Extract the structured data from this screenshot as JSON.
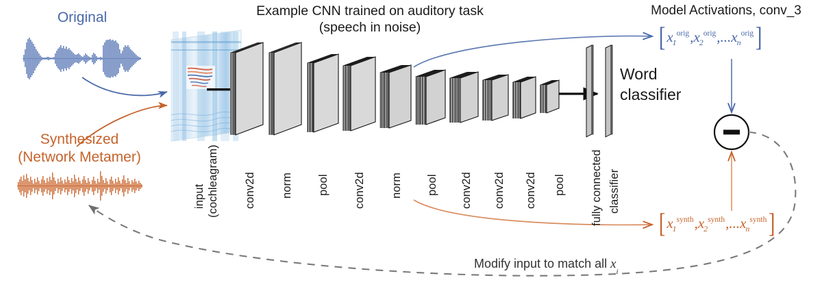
{
  "figure": {
    "title": "Example CNN trained on auditory task",
    "subtitle": "(speech in noise)",
    "right_title": "Model Activations, conv_3",
    "word_classifier_line1": "Word",
    "word_classifier_line2": "classifier",
    "loop_caption_text": "Modify input to match all ",
    "loop_caption_symbol": "x",
    "loop_caption_symbol_sub": "i"
  },
  "colors": {
    "blue": "#4a68a8",
    "blue_wave": "#6b86bd",
    "orange": "#c5632c",
    "orange_wave": "#cc6a34",
    "dashed_gray": "#7a7a7a",
    "black": "#101010",
    "block_face": "#d9d9d9",
    "block_dark": "#1d1d1d"
  },
  "inputs": [
    {
      "id": "original",
      "label": "Original",
      "label2": "",
      "color": "blue"
    },
    {
      "id": "synthesized",
      "label": "Synthesized",
      "label2": "(Network Metamer)",
      "color": "orange"
    }
  ],
  "network": {
    "layers": [
      {
        "name": "input",
        "label_line1": "input",
        "label_line2": "(cochleagram)"
      },
      {
        "name": "conv2d_1",
        "label_line1": "conv2d",
        "label_line2": ""
      },
      {
        "name": "norm_1",
        "label_line1": "norm",
        "label_line2": ""
      },
      {
        "name": "pool_1",
        "label_line1": "pool",
        "label_line2": ""
      },
      {
        "name": "conv2d_2",
        "label_line1": "conv2d",
        "label_line2": ""
      },
      {
        "name": "norm_2",
        "label_line1": "norm",
        "label_line2": ""
      },
      {
        "name": "pool_2",
        "label_line1": "pool",
        "label_line2": ""
      },
      {
        "name": "conv2d_3",
        "label_line1": "conv2d",
        "label_line2": ""
      },
      {
        "name": "conv2d_4",
        "label_line1": "conv2d",
        "label_line2": ""
      },
      {
        "name": "conv2d_5",
        "label_line1": "conv2d",
        "label_line2": ""
      },
      {
        "name": "pool_3",
        "label_line1": "pool",
        "label_line2": ""
      },
      {
        "name": "fully_connected",
        "label_line1": "fully connected",
        "label_line2": ""
      },
      {
        "name": "classifier",
        "label_line1": "classifier",
        "label_line2": ""
      }
    ]
  },
  "activations": {
    "orig": {
      "var": "x",
      "subs": [
        "1",
        "2",
        "n"
      ],
      "sup": "orig",
      "ellipsis": "..."
    },
    "synth": {
      "var": "x",
      "subs": [
        "1",
        "2",
        "n"
      ],
      "sup": "synth",
      "ellipsis": "..."
    }
  },
  "operator": {
    "symbol": "−",
    "name": "subtract"
  }
}
